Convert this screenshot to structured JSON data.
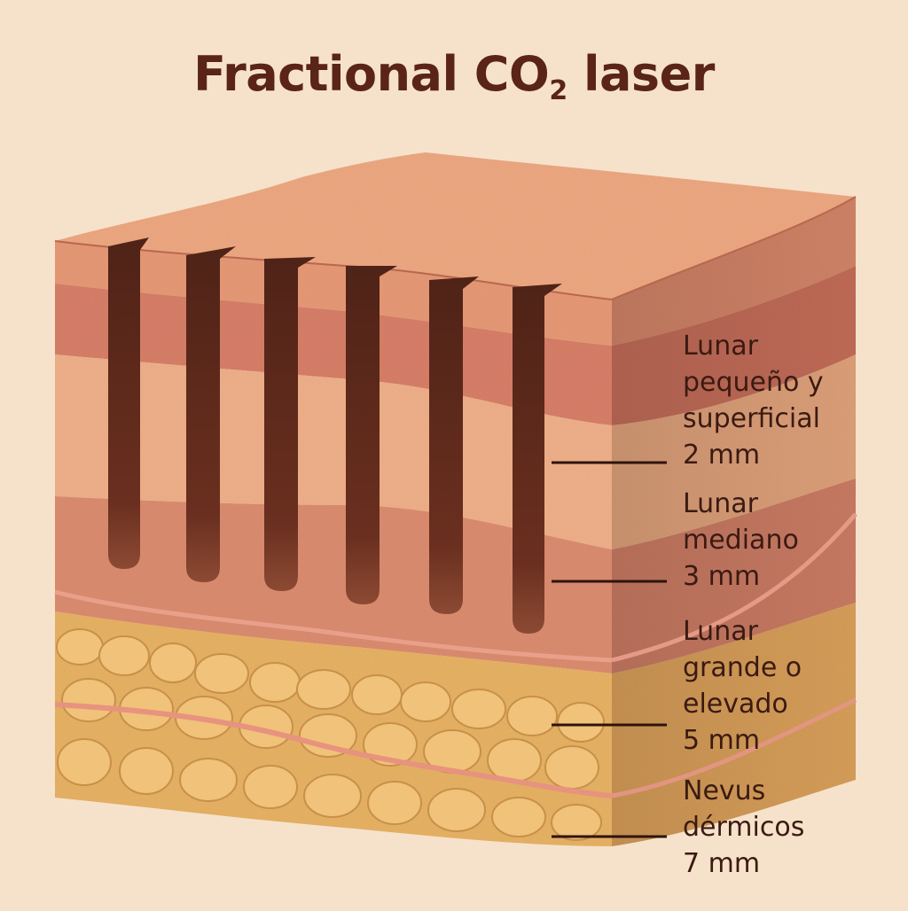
{
  "title": {
    "main": "Fractional CO",
    "subscript": "2",
    "suffix": " laser"
  },
  "labels": [
    {
      "text": "Lunar\npequeño y\nsuperficial",
      "depth": "2 mm"
    },
    {
      "text": "Lunar\nmediano",
      "depth": "3 mm"
    },
    {
      "text": "Lunar\ngrande o\nelevado",
      "depth": "5 mm"
    },
    {
      "text": "Nevus\ndérmicos",
      "depth": "7 mm"
    }
  ],
  "colors": {
    "background": "#f6e2cb",
    "epidermis": "#e9a27f",
    "dermis_dark": "#d27a66",
    "dermis_light": "#f0b48d",
    "fat": "#e8b466",
    "channel": "#5e2a1c",
    "text": "#3b1a12"
  }
}
